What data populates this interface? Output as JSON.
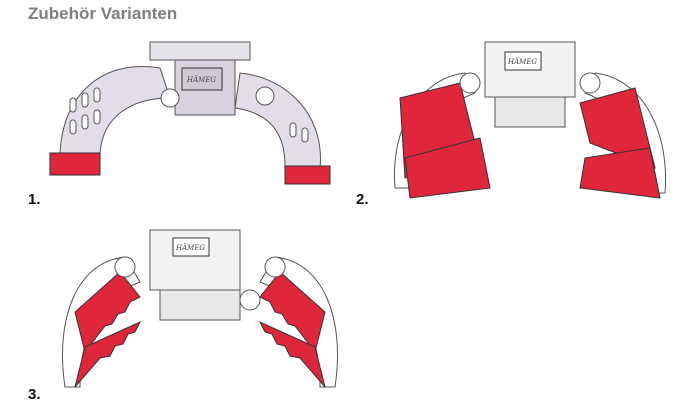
{
  "title": "Zubehör Varianten",
  "variants": [
    {
      "label": "1."
    },
    {
      "label": "2."
    },
    {
      "label": "3."
    }
  ],
  "logo_text": "HÄMEG",
  "colors": {
    "accent_red": "#e0263a",
    "body": "#dcd6e2",
    "outline": "#555555",
    "title": "#7f7f7f"
  }
}
